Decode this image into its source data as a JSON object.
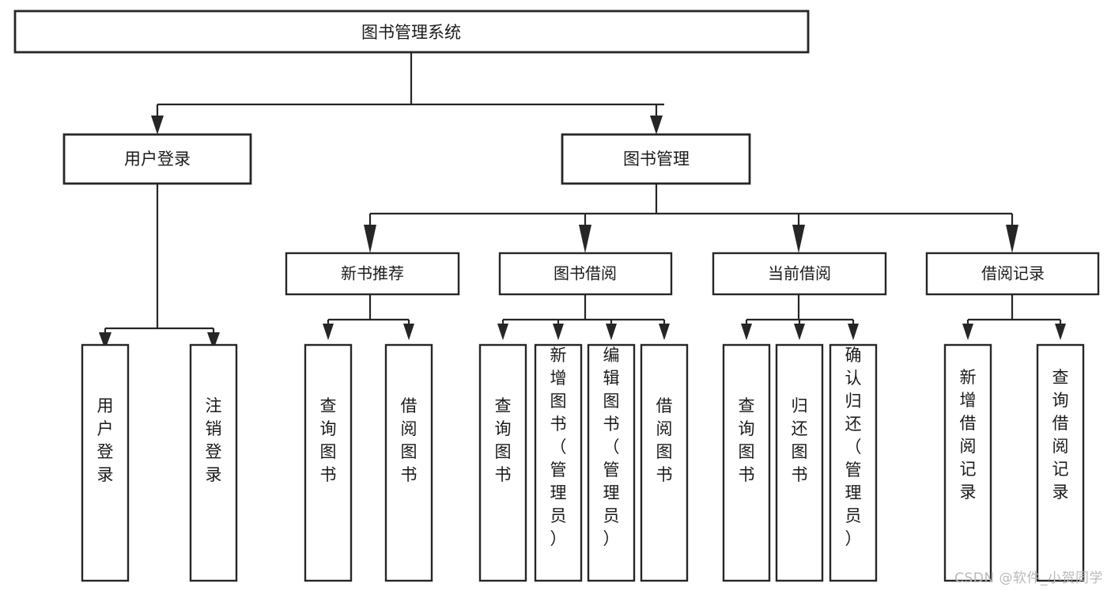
{
  "diagram": {
    "type": "tree",
    "title": "图书管理系统",
    "root": {
      "id": "root",
      "label": "图书管理系统"
    },
    "level2": [
      {
        "id": "user-login",
        "label": "用户登录"
      },
      {
        "id": "book-management",
        "label": "图书管理"
      }
    ],
    "level3": [
      {
        "id": "new-book-recommend",
        "label": "新书推荐",
        "parent": "book-management"
      },
      {
        "id": "book-borrow",
        "label": "图书借阅",
        "parent": "book-management"
      },
      {
        "id": "current-borrow",
        "label": "当前借阅",
        "parent": "book-management"
      },
      {
        "id": "borrow-record",
        "label": "借阅记录",
        "parent": "book-management"
      }
    ],
    "leaves": [
      {
        "id": "leaf-user-login",
        "label": "用户登录",
        "parent": "user-login"
      },
      {
        "id": "leaf-logout",
        "label": "注销登录",
        "parent": "user-login"
      },
      {
        "id": "leaf-query-book-1",
        "label": "查询图书",
        "parent": "new-book-recommend"
      },
      {
        "id": "leaf-borrow-book-1",
        "label": "借阅图书",
        "parent": "new-book-recommend"
      },
      {
        "id": "leaf-query-book-2",
        "label": "查询图书",
        "parent": "book-borrow"
      },
      {
        "id": "leaf-add-book",
        "label": "新增图书（管理员）",
        "parent": "book-borrow"
      },
      {
        "id": "leaf-edit-book",
        "label": "编辑图书（管理员）",
        "parent": "book-borrow"
      },
      {
        "id": "leaf-borrow-book-2",
        "label": "借阅图书",
        "parent": "book-borrow"
      },
      {
        "id": "leaf-query-book-3",
        "label": "查询图书",
        "parent": "current-borrow"
      },
      {
        "id": "leaf-return-book",
        "label": "归还图书",
        "parent": "current-borrow"
      },
      {
        "id": "leaf-confirm-return",
        "label": "确认归还（管理员）",
        "parent": "current-borrow"
      },
      {
        "id": "leaf-add-record",
        "label": "新增借阅记录",
        "parent": "borrow-record"
      },
      {
        "id": "leaf-query-record",
        "label": "查询借阅记录",
        "parent": "borrow-record"
      }
    ],
    "colors": {
      "box_fill": "#ffffff",
      "box_stroke": "#262626",
      "text": "#1a1a1a",
      "background": "#ffffff",
      "watermark": "#b9b9b9"
    }
  },
  "watermark": {
    "text": "CSDN @软件_小贺同学"
  }
}
